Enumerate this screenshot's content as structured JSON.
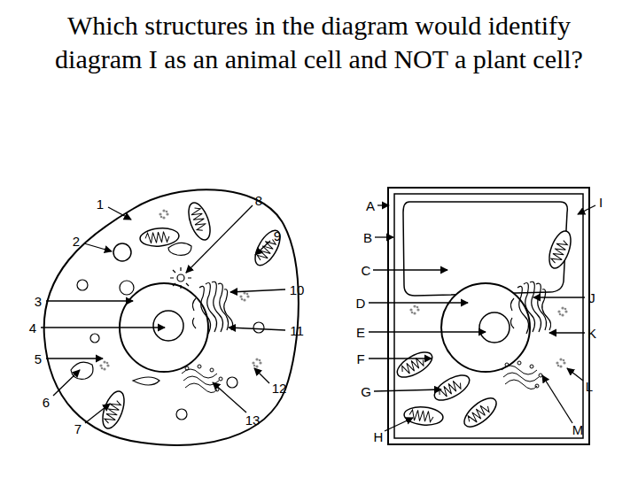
{
  "diagram": {
    "title": "Which structures in the diagram would identify diagram I as an animal cell and NOT a plant cell?",
    "labels": [
      "1",
      "2",
      "3",
      "4",
      "5",
      "6",
      "7",
      "8",
      "9",
      "10",
      "11",
      "12",
      "13",
      "A",
      "B",
      "C",
      "D",
      "E",
      "F",
      "G",
      "H",
      "I",
      "J",
      "K",
      "L",
      "M"
    ]
  }
}
